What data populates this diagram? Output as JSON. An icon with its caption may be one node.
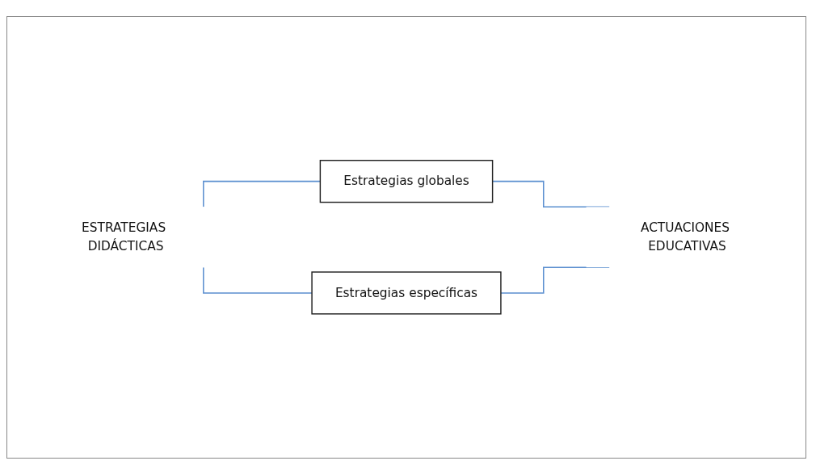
{
  "diagram": {
    "nodes": [
      {
        "text": [
          "ESTRATEGIAS DIDÁCTICAS"
        ]
      },
      {
        "text": [
          "Estrategias globales"
        ]
      },
      {
        "text": [
          "Estrategias específicas"
        ]
      },
      {
        "text": [
          "ACTUACIONES EDUCATIVAS"
        ]
      }
    ],
    "edges": [
      {
        "from": 0,
        "to": 1,
        "arrow": "none"
      },
      {
        "from": 0,
        "to": 2,
        "arrow": "none"
      },
      {
        "from": 1,
        "to": 3,
        "arrow": "none"
      },
      {
        "from": 2,
        "to": 3,
        "arrow": "none"
      }
    ]
  }
}
